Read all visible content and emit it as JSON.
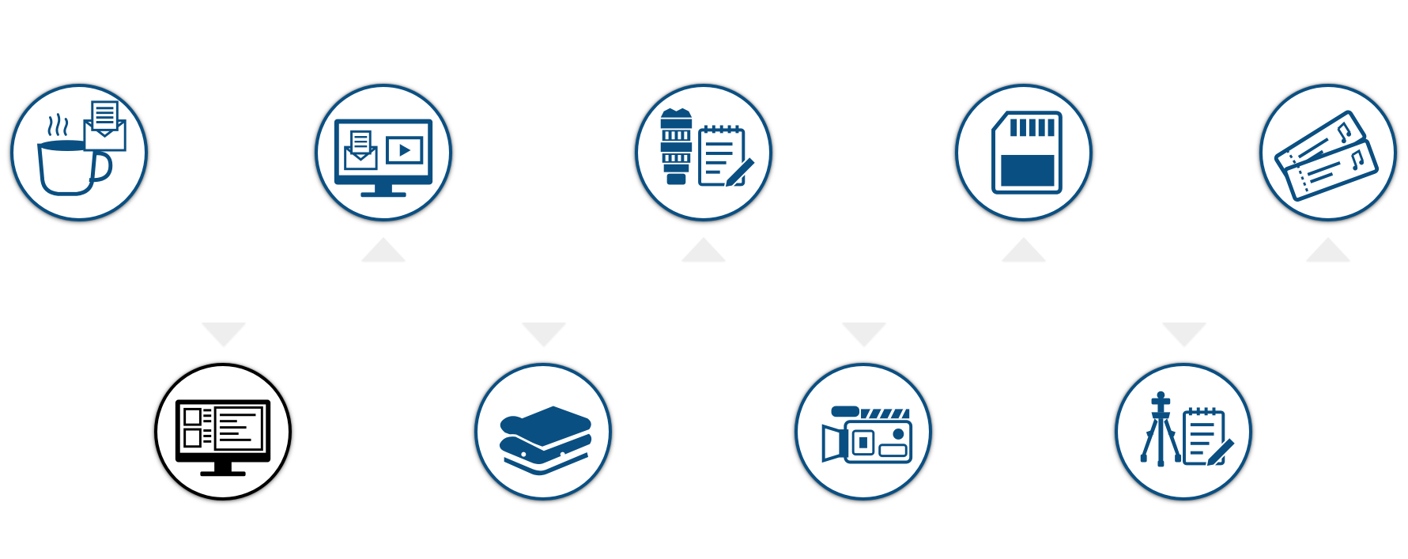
{
  "theme": {
    "accent": "#0a4f82",
    "dark_step": "#000000",
    "pointer": "#eeeeee",
    "background": "#ffffff"
  },
  "steps": [
    {
      "id": 1,
      "row": "top",
      "icons": [
        "coffee-cup-icon",
        "envelope-letter-icon"
      ]
    },
    {
      "id": 2,
      "row": "bottom",
      "icons": [
        "computer-monitor-icon",
        "document-layout-icon"
      ],
      "style": "black"
    },
    {
      "id": 3,
      "row": "top",
      "icons": [
        "computer-monitor-icon",
        "envelope-letter-icon",
        "video-play-icon"
      ]
    },
    {
      "id": 4,
      "row": "bottom",
      "icons": [
        "sandwich-icon"
      ]
    },
    {
      "id": 5,
      "row": "top",
      "icons": [
        "camera-lens-icon",
        "notepad-pencil-icon"
      ]
    },
    {
      "id": 6,
      "row": "bottom",
      "icons": [
        "video-camera-icon",
        "clapperboard-icon"
      ]
    },
    {
      "id": 7,
      "row": "top",
      "icons": [
        "sd-card-icon"
      ]
    },
    {
      "id": 8,
      "row": "bottom",
      "icons": [
        "tripod-icon",
        "notepad-pencil-icon"
      ]
    },
    {
      "id": 9,
      "row": "top",
      "icons": [
        "music-tickets-icon"
      ]
    }
  ]
}
